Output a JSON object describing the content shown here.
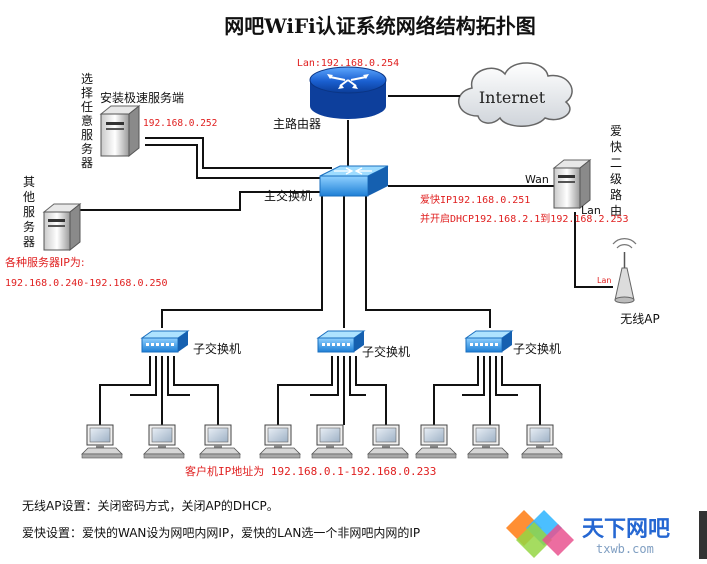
{
  "title": "网吧WiFi认证系统网络结构拓扑图",
  "router": {
    "label": "主路由器",
    "lan_ip": "Lan:192.168.0.254"
  },
  "internet": {
    "label": "Internet"
  },
  "main_switch": {
    "label": "主交换机"
  },
  "speed_server": {
    "side_label": [
      "选",
      "择",
      "任",
      "意",
      "服",
      "务",
      "器"
    ],
    "name": "安装极速服务端",
    "ip": "192.168.0.252"
  },
  "other_servers": {
    "side_label": [
      "其",
      "他",
      "服",
      "务",
      "器"
    ],
    "ip_title": "各种服务器IP为:",
    "ip_range": "192.168.0.240-192.168.0.250"
  },
  "aikuai_router": {
    "side_label": [
      "爱",
      "快",
      "二",
      "级",
      "路",
      "由"
    ],
    "wan_label": "Wan",
    "lan_label": "Lan",
    "ip_line": "爱快IP192.168.0.251",
    "dhcp_line": "并开启DHCP192.168.2.1到192.168.2.253"
  },
  "wireless_ap": {
    "label": "无线AP",
    "lan_label": "Lan"
  },
  "sub_switches": [
    {
      "label": "子交换机"
    },
    {
      "label": "子交换机"
    },
    {
      "label": "子交换机"
    }
  ],
  "client_ip": "客户机IP地址为 192.168.0.1-192.168.0.233",
  "notes": [
    "无线AP设置：关闭密码方式，关闭AP的DHCP。",
    "爱快设置：爱快的WAN设为网吧内网IP，爱快的LAN选一个非网吧内网的IP"
  ],
  "watermark": {
    "brand": "天下网吧",
    "site": "txwb.com"
  },
  "colors": {
    "ip_red": "#e02020",
    "line": "#111111",
    "device_blue": "#1f6fd8"
  }
}
